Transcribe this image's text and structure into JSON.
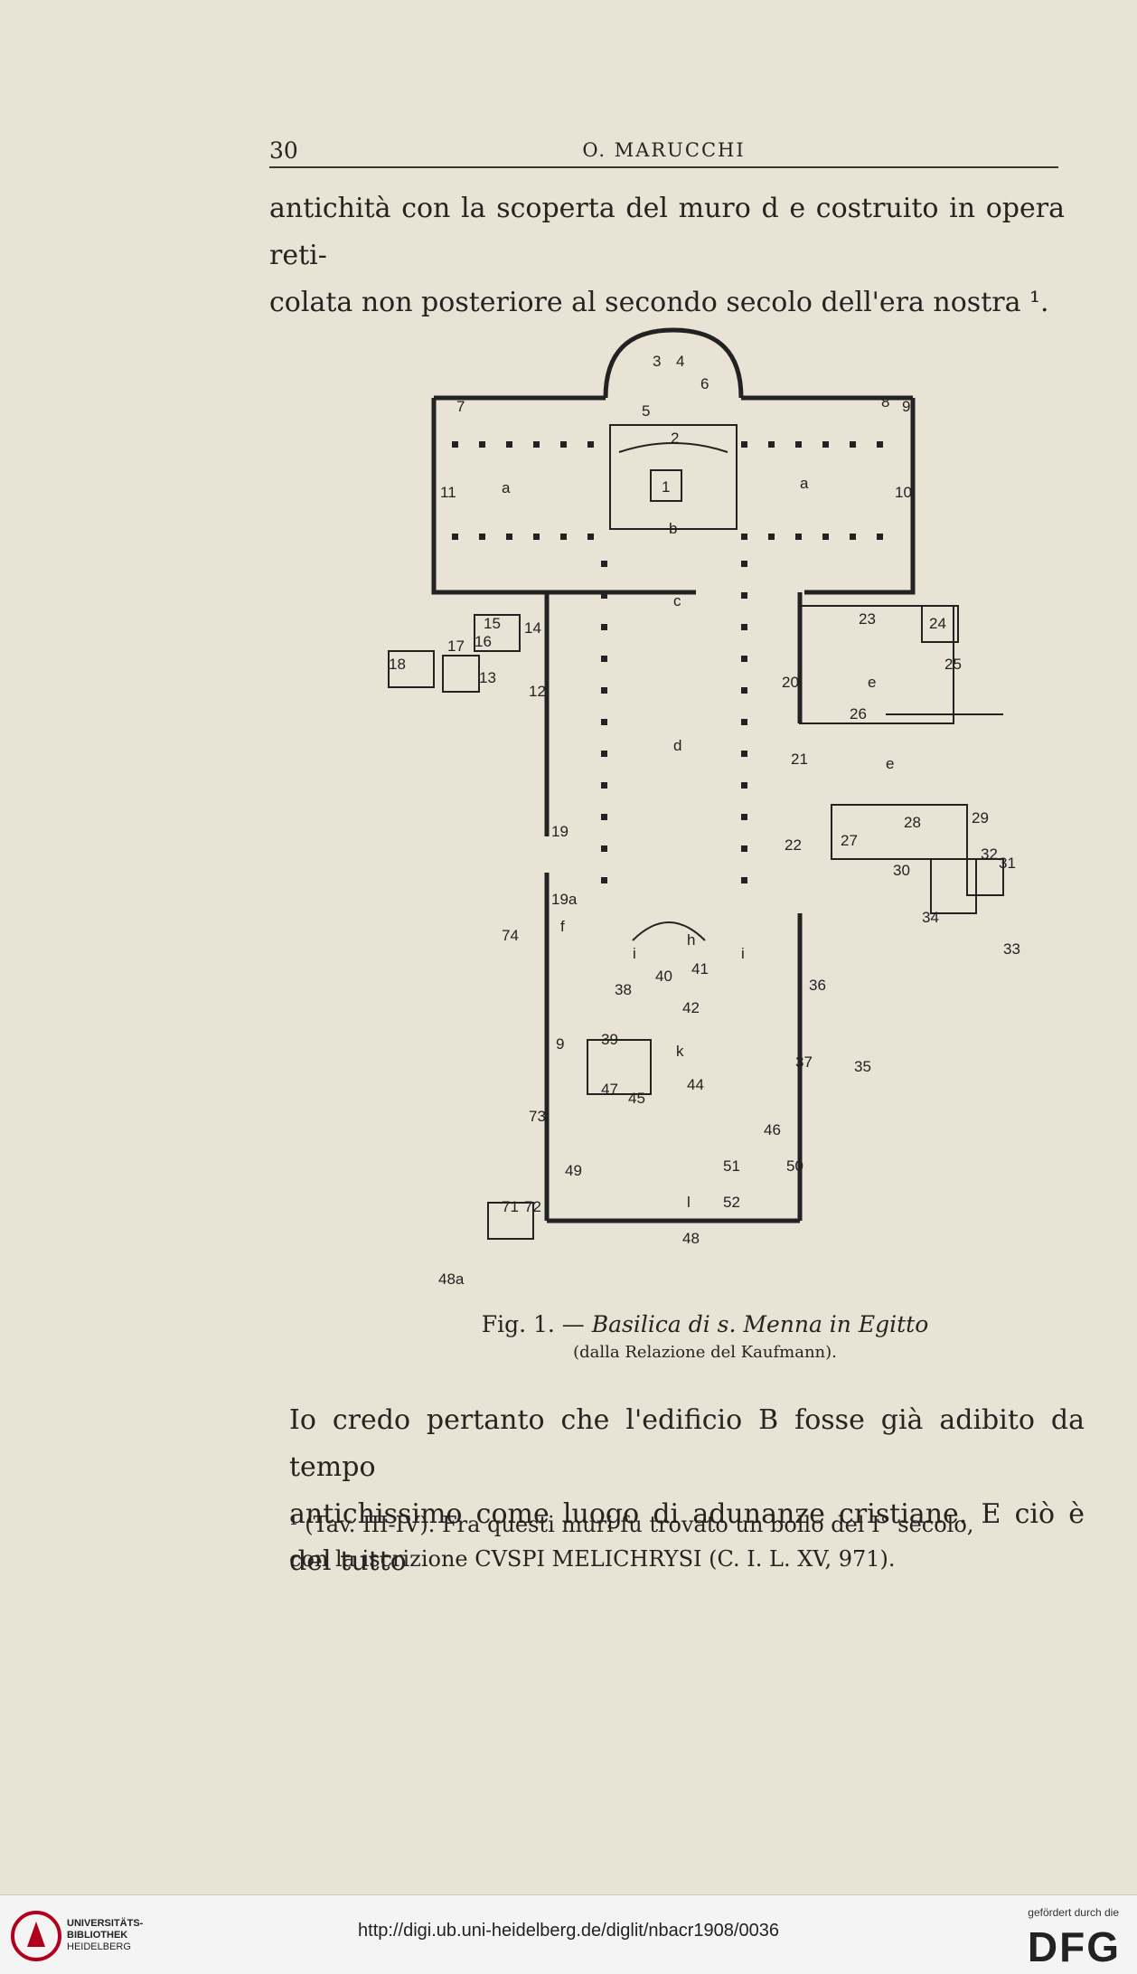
{
  "header": {
    "page_number": "30",
    "running_title": "O. MARUCCHI"
  },
  "text_top": [
    "antichità con la scoperta del muro d e costruito in opera reti-",
    "colata non posteriore al secondo secolo dell'era nostra ¹."
  ],
  "figure": {
    "labels": {
      "n3": "3",
      "n4": "4",
      "n5": "5",
      "n6": "6",
      "n7": "7",
      "n8": "8",
      "n9": "9",
      "n2": "2",
      "n1": "1",
      "n10": "10",
      "n11": "11",
      "a1": "a",
      "a2": "a",
      "b": "b",
      "c": "c",
      "d": "d",
      "n12": "12",
      "n13": "13",
      "n14": "14",
      "n15": "15",
      "n16": "16",
      "n17": "17",
      "n18": "18",
      "n19": "19",
      "n19a": "19a",
      "n74": "74",
      "f": "f",
      "h": "h",
      "i1": "i",
      "i2": "i",
      "n20": "20",
      "n21": "21",
      "n22": "22",
      "n23": "23",
      "n24": "24",
      "n25": "25",
      "n26": "26",
      "e1": "e",
      "e2": "e",
      "n27": "27",
      "n28": "28",
      "n29": "29",
      "n30": "30",
      "n31": "31",
      "n32": "32",
      "n33": "33",
      "n34": "34",
      "n35": "35",
      "n36": "36",
      "n37": "37",
      "n38": "38",
      "n39": "39",
      "n40": "40",
      "n41": "41",
      "n42": "42",
      "k": "k",
      "n44": "44",
      "n45": "45",
      "n46": "46",
      "n47": "47",
      "n48": "48",
      "n48a": "48a",
      "n49": "49",
      "n50": "50",
      "n51": "51",
      "n52": "52",
      "l": "l",
      "n71": "71",
      "n72": "72",
      "n73": "73",
      "n9b": "9"
    }
  },
  "caption": {
    "prefix": "Fig. 1. — ",
    "title": "Basilica di s. Menna in Egitto",
    "source": "(dalla Relazione del Kaufmann)."
  },
  "text_bottom": [
    "Io credo pertanto che l'edificio B fosse già adibito da tempo",
    "antichissimo come luogo di adunanze cristiane. E ciò è del tutto"
  ],
  "footnote": [
    "¹ (Tav. III-IV). Fra questi muri fu trovato un bollo del I° secolo,",
    "con la iscrizione CVSPI MELICHRYSI (C. I. L. XV, 971)."
  ],
  "footer": {
    "institution": [
      "UNIVERSITÄTS-",
      "BIBLIOTHEK",
      "HEIDELBERG"
    ],
    "url": "http://digi.ub.uni-heidelberg.de/diglit/nbacr1908/0036",
    "funder_note": "gefördert durch die",
    "funder": "DFG"
  }
}
